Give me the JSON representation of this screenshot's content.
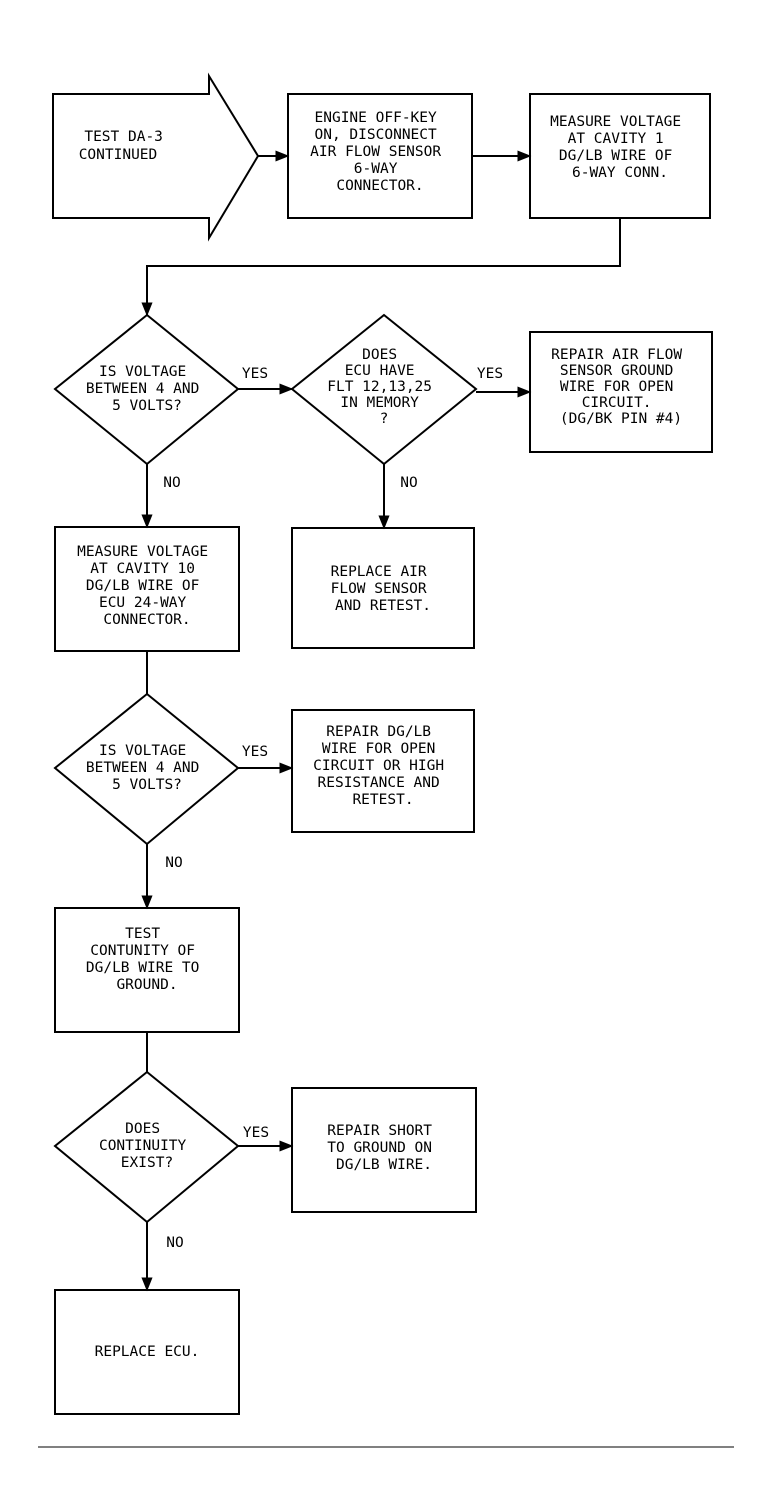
{
  "nodes": {
    "start": {
      "lines": [
        "TEST DA-3",
        "CONTINUED"
      ]
    },
    "step1": {
      "lines": [
        "ENGINE OFF-KEY",
        "ON, DISCONNECT",
        "AIR FLOW SENSOR",
        "6-WAY",
        "CONNECTOR."
      ]
    },
    "step2": {
      "lines": [
        "MEASURE VOLTAGE",
        "AT CAVITY 1",
        "DG/LB WIRE OF",
        "6-WAY CONN."
      ]
    },
    "q1": {
      "lines": [
        "IS VOLTAGE",
        "BETWEEN 4 AND",
        "5 VOLTS?"
      ]
    },
    "q2": {
      "lines": [
        "DOES",
        "ECU HAVE",
        "FLT 12,13,25",
        "IN MEMORY",
        "?"
      ]
    },
    "fix1": {
      "lines": [
        "REPAIR AIR FLOW",
        "SENSOR GROUND",
        "WIRE FOR OPEN",
        "CIRCUIT.",
        "(DG/BK PIN #4)"
      ]
    },
    "fix2": {
      "lines": [
        "REPLACE AIR",
        "FLOW SENSOR",
        "AND RETEST."
      ]
    },
    "step3": {
      "lines": [
        "MEASURE VOLTAGE",
        "AT CAVITY 10",
        "DG/LB WIRE OF",
        "ECU 24-WAY",
        "CONNECTOR."
      ]
    },
    "q3": {
      "lines": [
        "IS VOLTAGE",
        "BETWEEN 4 AND",
        "5 VOLTS?"
      ]
    },
    "fix3": {
      "lines": [
        "REPAIR DG/LB",
        "WIRE FOR OPEN",
        "CIRCUIT OR HIGH",
        "RESISTANCE AND",
        "RETEST."
      ]
    },
    "step4": {
      "lines": [
        "TEST",
        "CONTUNITY OF",
        "DG/LB WIRE TO",
        "GROUND."
      ]
    },
    "q4": {
      "lines": [
        "DOES",
        "CONTINUITY",
        "EXIST?"
      ]
    },
    "fix4": {
      "lines": [
        "REPAIR SHORT",
        "TO GROUND ON",
        "DG/LB WIRE."
      ]
    },
    "fix5": {
      "lines": [
        "REPLACE ECU."
      ]
    }
  },
  "labels": {
    "q1_yes": "YES",
    "q1_no": "NO",
    "q2_yes": "YES",
    "q2_no": "NO",
    "q3_yes": "YES",
    "q3_no": "NO",
    "q4_yes": "YES",
    "q4_no": "NO"
  }
}
